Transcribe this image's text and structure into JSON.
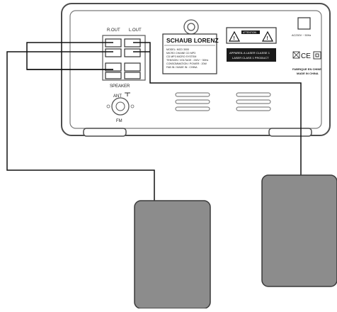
{
  "panel_labels": {
    "r_out": "R.OUT",
    "l_out": "L.OUT",
    "speaker": "SPEAKER",
    "ant": "ANT",
    "fm": "FM",
    "power": "AC230V ~ 50Hz"
  },
  "brand": "SCHAUB LORENZ",
  "spec_lines": [
    "MODEL: MCD 3000",
    "MICRO CHAINE CD MP3",
    "CD MP3 MICRO SYSTEM",
    "TENSION / VOLTAGE : 230V ~ 50Hz",
    "CONSOMMATION / POWER : 20W",
    "FAB IN / MADE IN : CHINA"
  ],
  "warning": {
    "badge": "ATTENTION",
    "laser_lines": [
      "APPAREIL A LASER CLASSE 1",
      "LASER CLASS 1 PRODUCT"
    ]
  },
  "marks": "CE",
  "origin_lines": [
    "FABRIQUE EN CHINE",
    "MADE IN CHINA"
  ],
  "colors": {
    "speaker_fill": "#8c8c8c",
    "speaker_stroke": "#3a3a3a",
    "panel_stroke": "#4d4d4d",
    "wire": "#111111",
    "label_bg": "#1a1a1a"
  }
}
